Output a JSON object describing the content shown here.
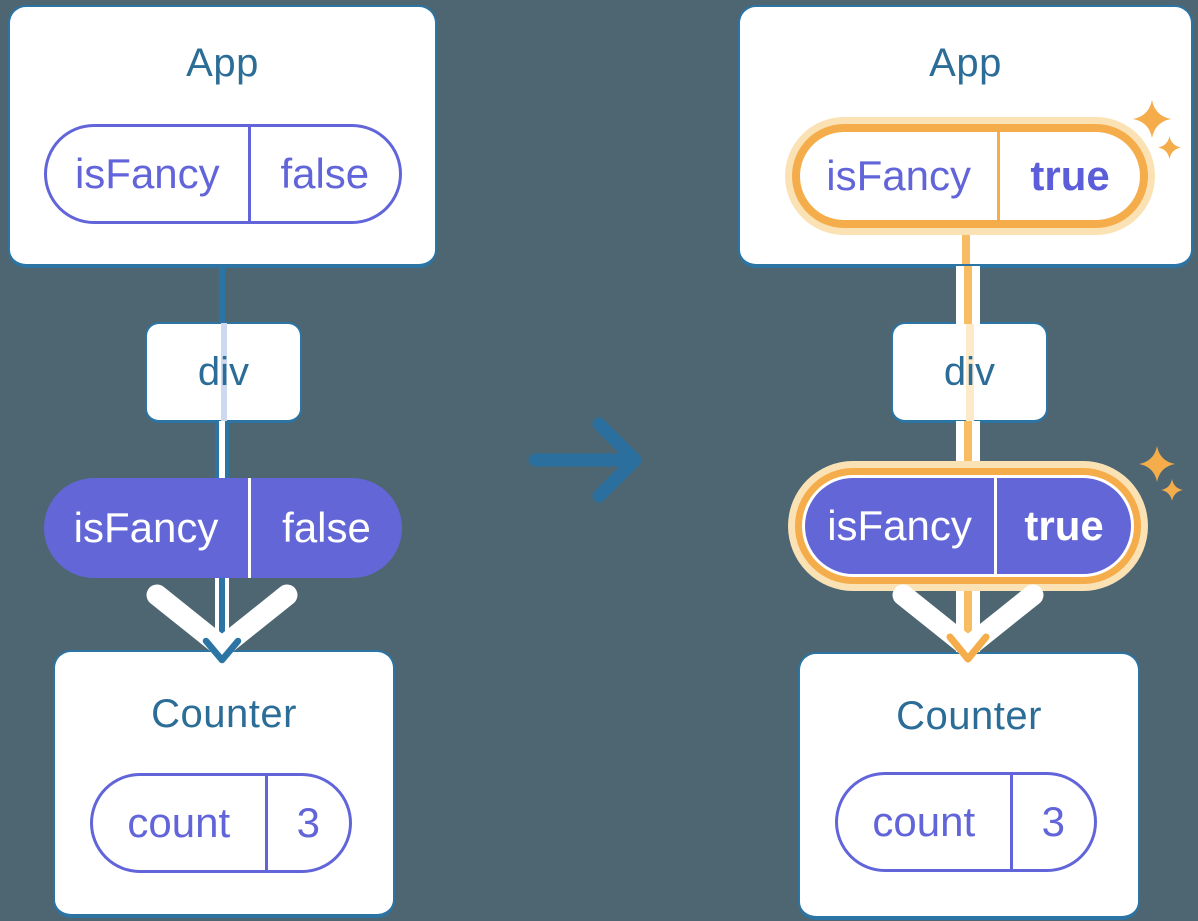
{
  "diagram": "react-state-prop-tree-before-after",
  "colors": {
    "background": "#4d6671",
    "card_border_blue": "#2b74a3",
    "title_text_blue": "#2b6d97",
    "purple": "#6165d9",
    "purple_fill": "#6366d7",
    "orange_highlight": "#f5ad4b",
    "orange_glow": "#fbe2b4",
    "orange_line": "#f8bd62",
    "transition_arrow_blue": "#2b6f9e",
    "white": "#ffffff"
  },
  "icons": {
    "transition": "right-arrow-icon",
    "highlight": "sparkle-icon"
  },
  "left": {
    "app": {
      "title": "App",
      "prop_key": "isFancy",
      "prop_value": "false"
    },
    "div": {
      "title": "div"
    },
    "passed_prop": {
      "key": "isFancy",
      "value": "false"
    },
    "counter": {
      "title": "Counter",
      "state_key": "count",
      "state_value": "3"
    },
    "highlighted": false
  },
  "right": {
    "app": {
      "title": "App",
      "prop_key": "isFancy",
      "prop_value": "true"
    },
    "div": {
      "title": "div"
    },
    "passed_prop": {
      "key": "isFancy",
      "value": "true"
    },
    "counter": {
      "title": "Counter",
      "state_key": "count",
      "state_value": "3"
    },
    "highlighted": true
  }
}
